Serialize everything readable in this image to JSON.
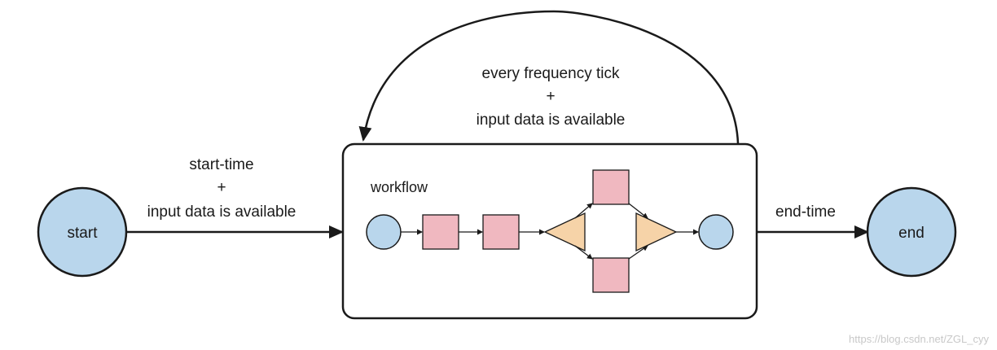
{
  "nodes": {
    "start_label": "start",
    "end_label": "end",
    "workflow_label": "workflow"
  },
  "edges": {
    "start_to_workflow": {
      "line1": "start-time",
      "line2": "+",
      "line3": "input data is available"
    },
    "loop": {
      "line1": "every frequency tick",
      "line2": "+",
      "line3": "input data is available"
    },
    "workflow_to_end": {
      "label": "end-time"
    }
  },
  "colors": {
    "circle_fill": "#b9d6ec",
    "action_fill": "#f0b8c0",
    "fork_fill": "#f6d3a8",
    "stroke": "#1a1a1a"
  },
  "watermark": "https://blog.csdn.net/ZGL_cyy"
}
